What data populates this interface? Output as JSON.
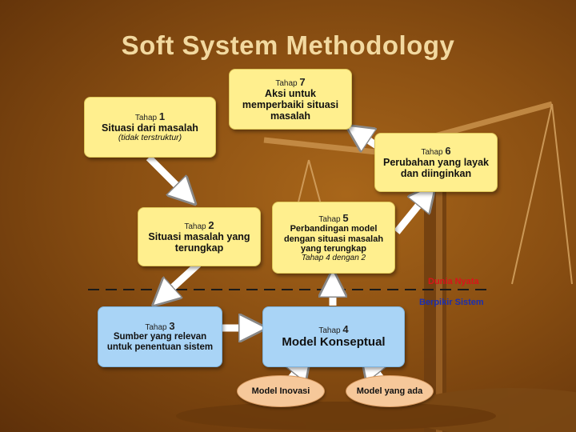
{
  "title": "Soft System Methodology",
  "stages": [
    {
      "stage_label": "Tahap",
      "number": "1",
      "main": "Situasi dari masalah",
      "sub": "(tidak terstruktur)"
    },
    {
      "stage_label": "Tahap",
      "number": "2",
      "main": "Situasi masalah yang terungkap"
    },
    {
      "stage_label": "Tahap",
      "number": "3",
      "main": "Sumber yang relevan untuk penentuan sistem"
    },
    {
      "stage_label": "Tahap",
      "number": "4",
      "main": "Model Konseptual"
    },
    {
      "stage_label": "Tahap",
      "number": "5",
      "main": "Perbandingan model dengan situasi masalah yang terungkap",
      "sub": "Tahap 4 dengan 2"
    },
    {
      "stage_label": "Tahap",
      "number": "6",
      "main": "Perubahan yang layak dan diinginkan"
    },
    {
      "stage_label": "Tahap",
      "number": "7",
      "main": "Aksi untuk memperbaiki situasi masalah"
    }
  ],
  "ovals": [
    "Model Inovasi",
    "Model yang ada"
  ],
  "divider": {
    "upper_label": "Dunia Nyata",
    "lower_label": "Berpikir Sistem"
  },
  "colors": {
    "upper_label": "#d9141a",
    "lower_label": "#1a2fb0",
    "stage_box_yellow": "#ffef8e",
    "stage_box_blue": "#a9d4f6",
    "arrow": "#ffffff"
  }
}
